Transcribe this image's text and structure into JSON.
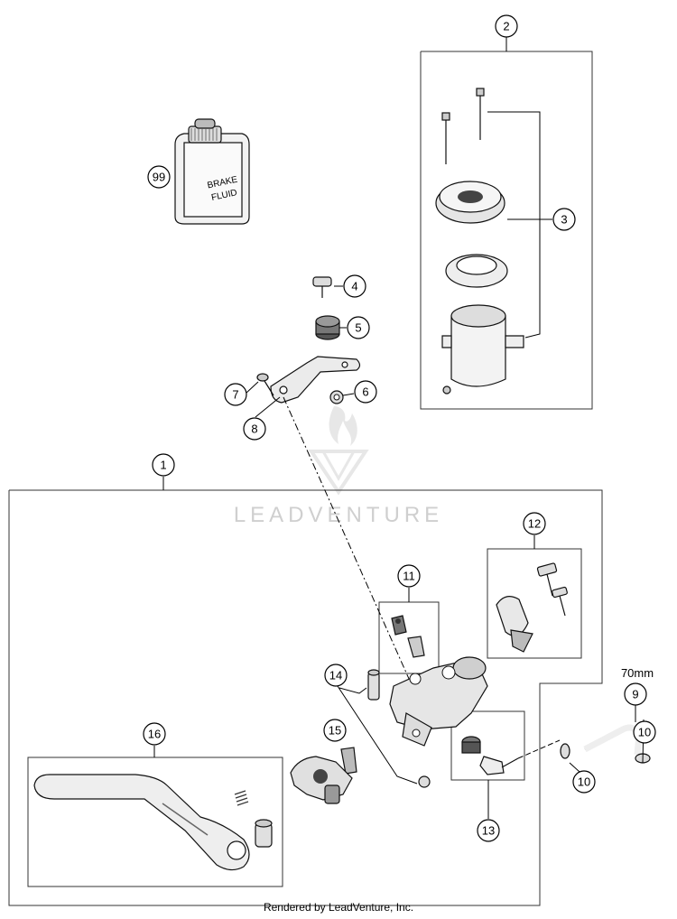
{
  "callouts": {
    "c1": "1",
    "c2": "2",
    "c3": "3",
    "c4": "4",
    "c5": "5",
    "c6": "6",
    "c7": "7",
    "c8": "8",
    "c9": "9",
    "c10a": "10",
    "c10b": "10",
    "c11": "11",
    "c12": "12",
    "c13": "13",
    "c14": "14",
    "c15": "15",
    "c16": "16",
    "c99": "99"
  },
  "bottle_label": {
    "line1": "BRAKE",
    "line2": "FLUID"
  },
  "hose_length": "70mm",
  "watermark": "LEADVENTURE",
  "footer": "Rendered by LeadVenture, Inc."
}
